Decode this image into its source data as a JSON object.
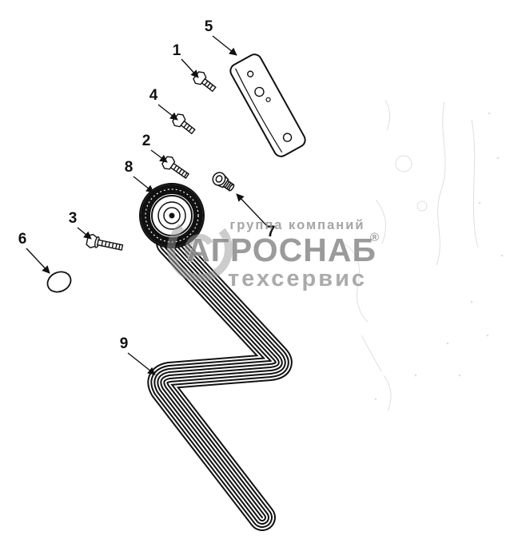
{
  "diagram": {
    "description": "exploded-parts-diagram-belt-tensioner",
    "parts": [
      {
        "id": 1,
        "label": "1"
      },
      {
        "id": 2,
        "label": "2"
      },
      {
        "id": 3,
        "label": "3"
      },
      {
        "id": 4,
        "label": "4"
      },
      {
        "id": 5,
        "label": "5"
      },
      {
        "id": 6,
        "label": "6"
      },
      {
        "id": 7,
        "label": "7"
      },
      {
        "id": 8,
        "label": "8"
      },
      {
        "id": 9,
        "label": "9"
      }
    ]
  },
  "watermark": {
    "top": "группа компаний",
    "main": "АГРОСНАБ",
    "reg": "®",
    "bottom": "техсервис"
  },
  "colors": {
    "ink": "#111111",
    "watermark_gray": "#8c8c8c",
    "background": "#ffffff",
    "faint_sketch": "#c4c4c4"
  }
}
